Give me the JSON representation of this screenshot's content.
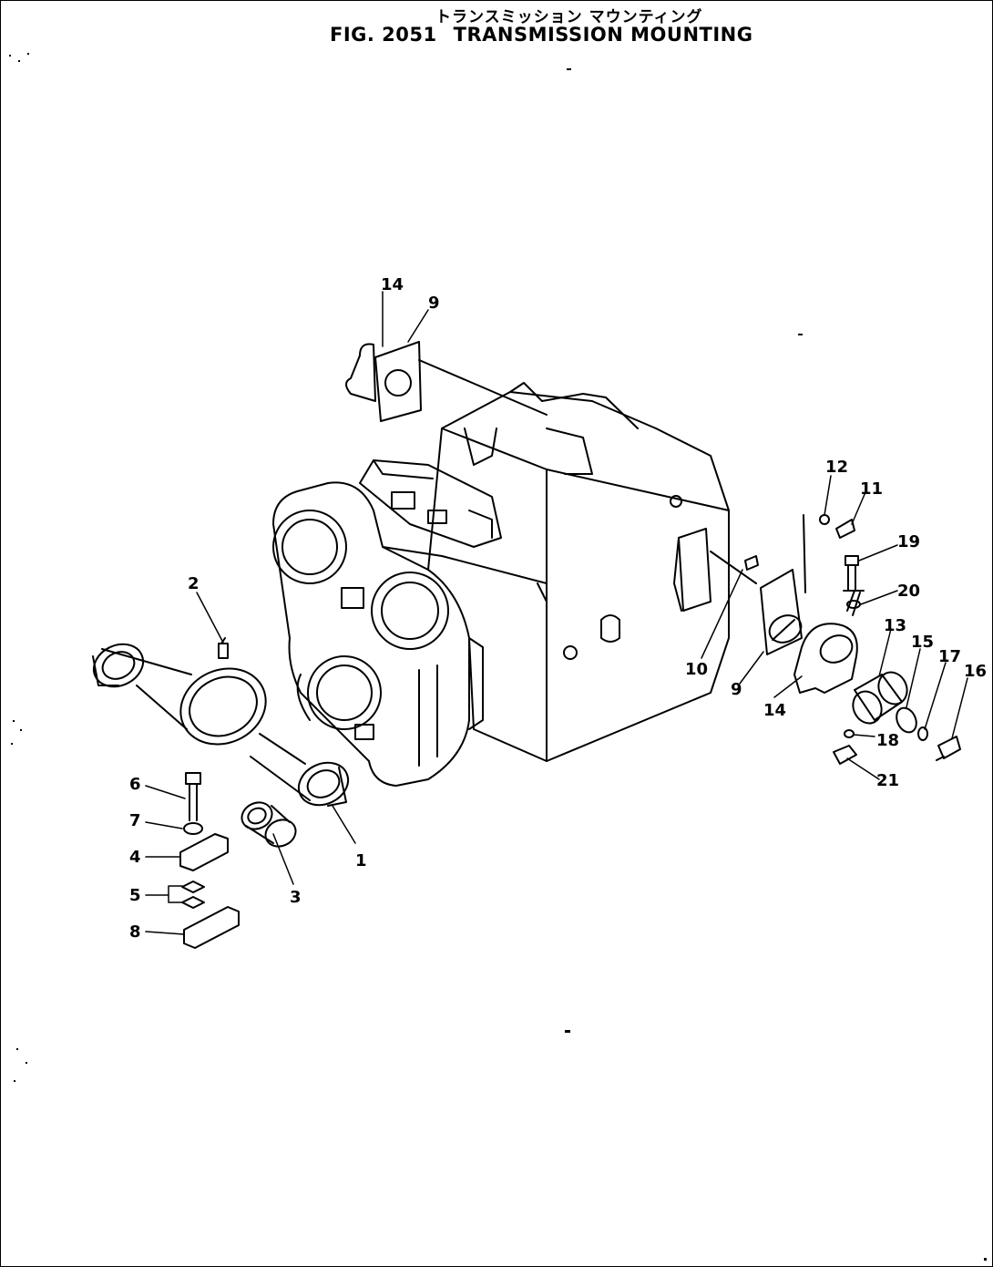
{
  "header": {
    "title_jp": "トランスミッション マウンティング",
    "fig_label": "FIG. 2051",
    "title_en": "TRANSMISSION MOUNTING"
  },
  "callouts": {
    "c1": "1",
    "c2": "2",
    "c3": "3",
    "c4": "4",
    "c5": "5",
    "c6": "6",
    "c7": "7",
    "c8": "8",
    "c9a": "9",
    "c9b": "9",
    "c10": "10",
    "c11": "11",
    "c12": "12",
    "c13": "13",
    "c14a": "14",
    "c14b": "14",
    "c15": "15",
    "c16": "16",
    "c17": "17",
    "c18": "18",
    "c19": "19",
    "c20": "20",
    "c21": "21"
  }
}
